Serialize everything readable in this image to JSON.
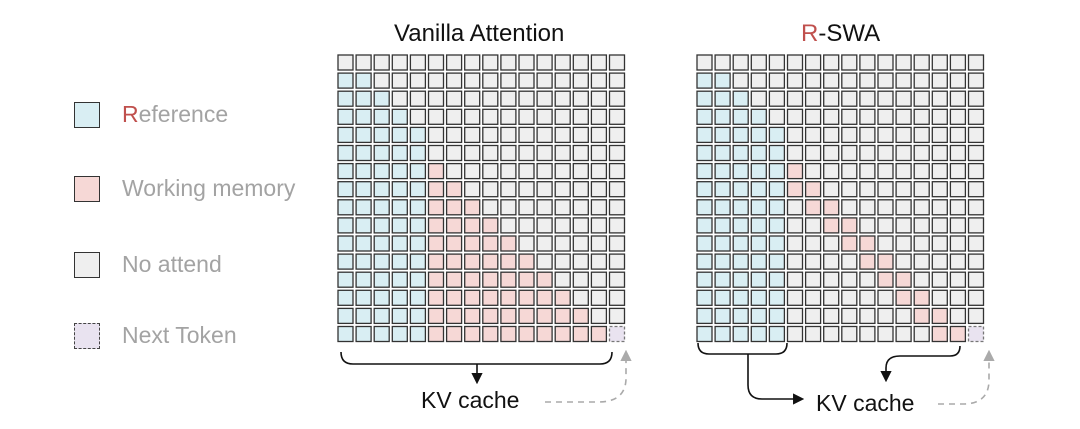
{
  "legend": {
    "reference": {
      "accent": "R",
      "rest": "eference"
    },
    "working_memory": "Working memory",
    "no_attend": "No attend",
    "next_token": "Next Token"
  },
  "panels": {
    "vanilla": {
      "title": "Vanilla Attention",
      "kv_label": "KV cache"
    },
    "rswa": {
      "title_accent": "R",
      "title_rest": "-SWA",
      "kv_label": "KV cache"
    }
  },
  "grid": {
    "size": 16,
    "reference_columns": 5,
    "reference_start_row": 1,
    "window": 2
  },
  "colors": {
    "reference": "#d9eef3",
    "working_memory": "#f6d8d6",
    "no_attend": "#efefef",
    "next_token": "#e9e3f0",
    "accent": "#c0504d",
    "cell_border": "#333333",
    "arrow_solid": "#111111",
    "arrow_dashed": "#aaaaaa"
  }
}
